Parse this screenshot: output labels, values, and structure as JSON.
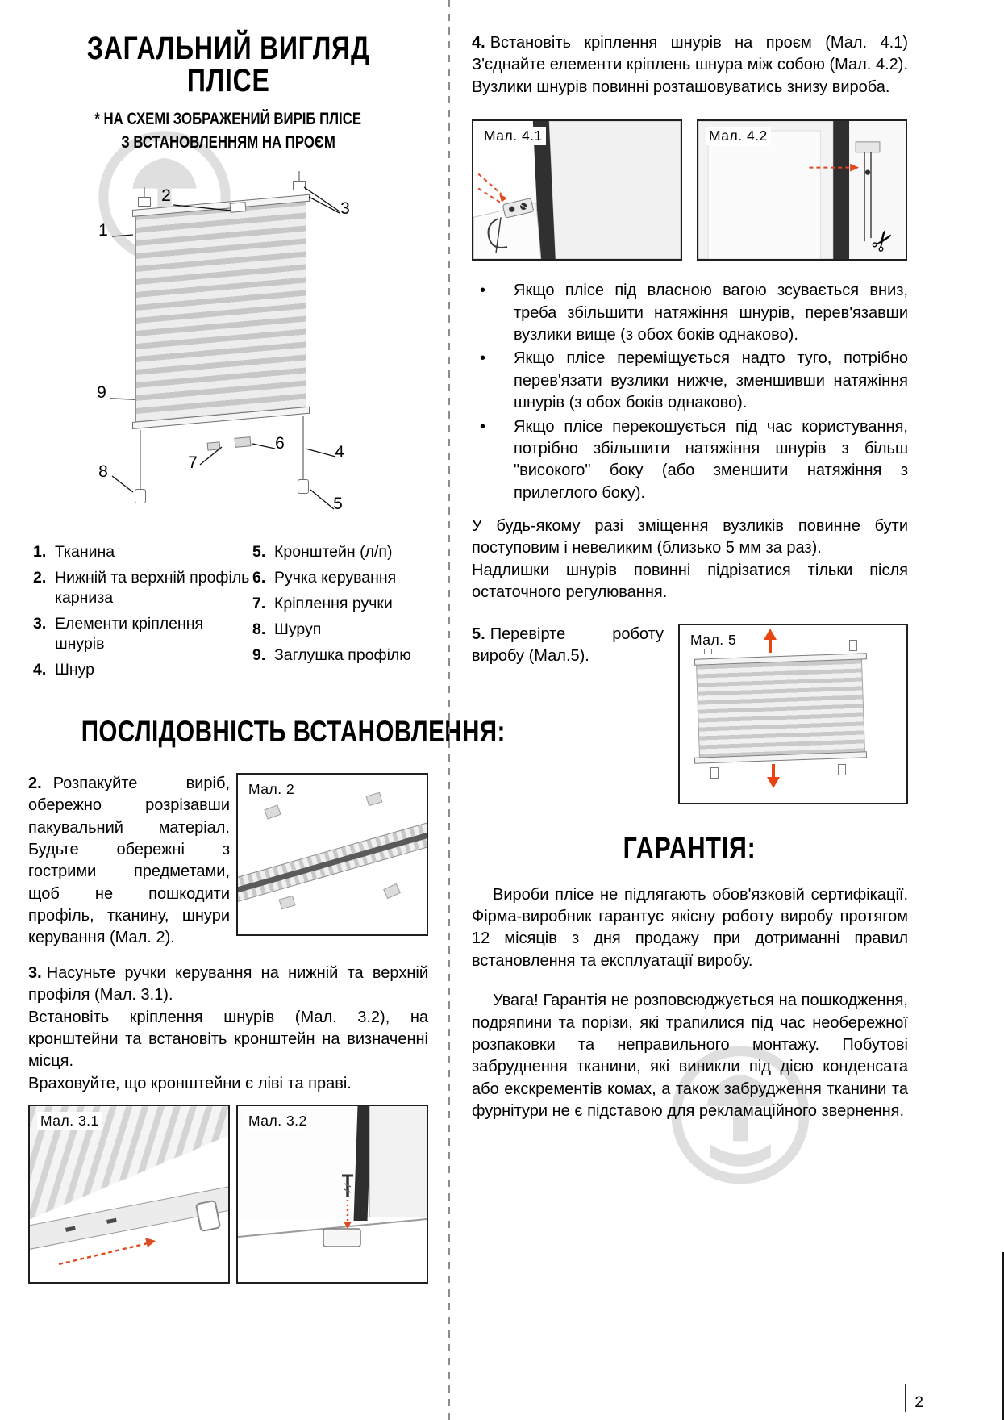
{
  "page": {
    "number": "2"
  },
  "left": {
    "title1": "ЗАГАЛЬНИЙ ВИГЛЯД",
    "title2": "ПЛІСЕ",
    "subtitle1": "* НА СХЕМІ ЗОБРАЖЕНИЙ ВИРІБ ПЛІСЕ",
    "subtitle2": "З ВСТАНОВЛЕННЯМ НА ПРОЄМ",
    "diagram_labels": [
      "1",
      "2",
      "3",
      "4",
      "5",
      "6",
      "7",
      "8",
      "9"
    ],
    "legend_col1": [
      {
        "num": "1.",
        "text": "Тканина"
      },
      {
        "num": "2.",
        "text": "Нижній та верхній профіль карниза"
      },
      {
        "num": "3.",
        "text": "Елементи кріплення шнурів"
      },
      {
        "num": "4.",
        "text": "Шнур"
      }
    ],
    "legend_col2": [
      {
        "num": "5.",
        "text": "Кронштейн (л/п)"
      },
      {
        "num": "6.",
        "text": "Ручка керування"
      },
      {
        "num": "7.",
        "text": "Кріплення ручки"
      },
      {
        "num": "8.",
        "text": "Шуруп"
      },
      {
        "num": "9.",
        "text": "Заглушка профілю"
      }
    ],
    "seq_heading": "ПОСЛІДОВНІСТЬ ВСТАНОВЛЕННЯ:",
    "step2": {
      "num": "2.",
      "text": "Розпакуйте виріб, обережно розрізавши пакувальний матеріал. Будьте обережні з гострими предметами, щоб не пошкодити профіль, тканину, шнури керування (Мал. 2)."
    },
    "fig2_label": "Мал. 2",
    "step3": {
      "num": "3.",
      "line1": "Насуньте ручки керування на нижній та верхній профіля (Мал. 3.1).",
      "line2": "Встановіть кріплення шнурів (Мал. 3.2), на кронштейни та встановіть кронштейн на визначенні місця.",
      "line3": "Враховуйте, що кронштейни є ліві та праві."
    },
    "fig31_label": "Мал. 3.1",
    "fig32_label": "Мал. 3.2"
  },
  "right": {
    "step4": {
      "num": "4.",
      "text": "Встановіть кріплення шнурів на проєм (Мал. 4.1) З'єднайте елементи кріплень шнура між собою (Мал. 4.2). Вузлики шнурів повинні розташовуватись знизу вироба."
    },
    "fig41_label": "Мал. 4.1",
    "fig42_label": "Мал. 4.2",
    "scissors_icon": "✂",
    "bullet_char": "•",
    "bullets": [
      "Якщо плісе під власною вагою зсувається вниз, треба збільшити натяжіння шнурів, перев'язавши вузлики вище (з обох боків однаково).",
      "Якщо плісе переміщується надто туго, потрібно перев'язати вузлики нижче, зменшивши натяжіння шнурів (з обох боків однаково).",
      "Якщо плісе перекошується під час користування, потрібно збільшити натяжіння шнурів з більш \"високого\" боку (або зменшити натяжіння з прилеглого боку)."
    ],
    "note1": "У будь-якому разі зміщення вузликів повинне бути поступовим і невеликим (близько 5 мм за раз).",
    "note2": "Надлишки шнурів повинні підрізатися тільки після остаточного регулювання.",
    "step5": {
      "num": "5.",
      "text": "Перевірте роботу виробу (Мал.5)."
    },
    "fig5_label": "Мал. 5",
    "warranty_heading": "ГАРАНТІЯ:",
    "warranty_p1": "Вироби плісе не підлягають обов'язковій сертифікації. Фірма-виробник гарантує якісну роботу виробу протягом 12 місяців з дня продажу при дотриманні правил встановлення та експлуатації виробу.",
    "warranty_p2": "Увага! Гарантія не розповсюджується на пошкодження, подряпини та порізи, які трапилися під час необережної розпаковки та неправильного монтажу. Побутові забруднення тканини, які виникли під дією конденсата або екскрементів комах, а також забрудження тканини та фурнітури не є підставою для рекламаційного звернення."
  }
}
